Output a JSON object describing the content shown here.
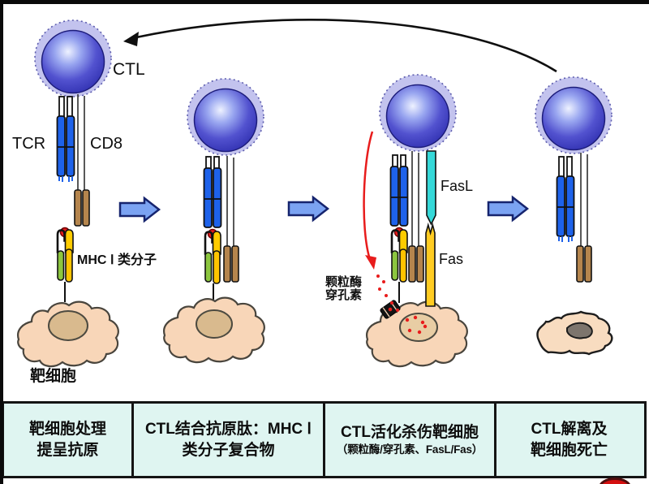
{
  "labels": {
    "ctl": "CTL",
    "tcr": "TCR",
    "cd8": "CD8",
    "mhc": "MHC Ⅰ 类分子",
    "fasl": "FasL",
    "fas": "Fas",
    "granzyme": "颗粒酶",
    "perforin": "穿孔素",
    "target_cell": "靶细胞"
  },
  "steps": [
    {
      "line1": "靶细胞处理",
      "line2": "提呈抗原"
    },
    {
      "line1": "CTL结合抗原肽：MHC Ⅰ",
      "line2": "类分子复合物"
    },
    {
      "line1": "CTL活化杀伤靶细胞",
      "line2": "（颗粒酶/穿孔素、FasL/Fas）"
    },
    {
      "line1": "CTL解离及",
      "line2": "靶细胞死亡"
    }
  ],
  "colors": {
    "ctl_body": "#3d3dc0",
    "ctl_halo": "#c3c3ee",
    "tcr_blue": "#1e62ea",
    "cd8_brown": "#b5854d",
    "mhc_yellow": "#ffc400",
    "mhc_orange": "#ffb71e",
    "mhc_green": "#8cc63f",
    "peptide_red": "#e81c1c",
    "fasl_cyan": "#35d8d8",
    "fas_yellow": "#ffcc22",
    "cell_peach": "#f8d6b8",
    "nucleus_tan": "#d9ba8e",
    "dead_nucleus": "#7d756d",
    "arrow_blue": "#7ba3f2",
    "table_bg": "#dff5f1",
    "frame_black": "#0a0a0a",
    "logo_red": "#d41010"
  }
}
